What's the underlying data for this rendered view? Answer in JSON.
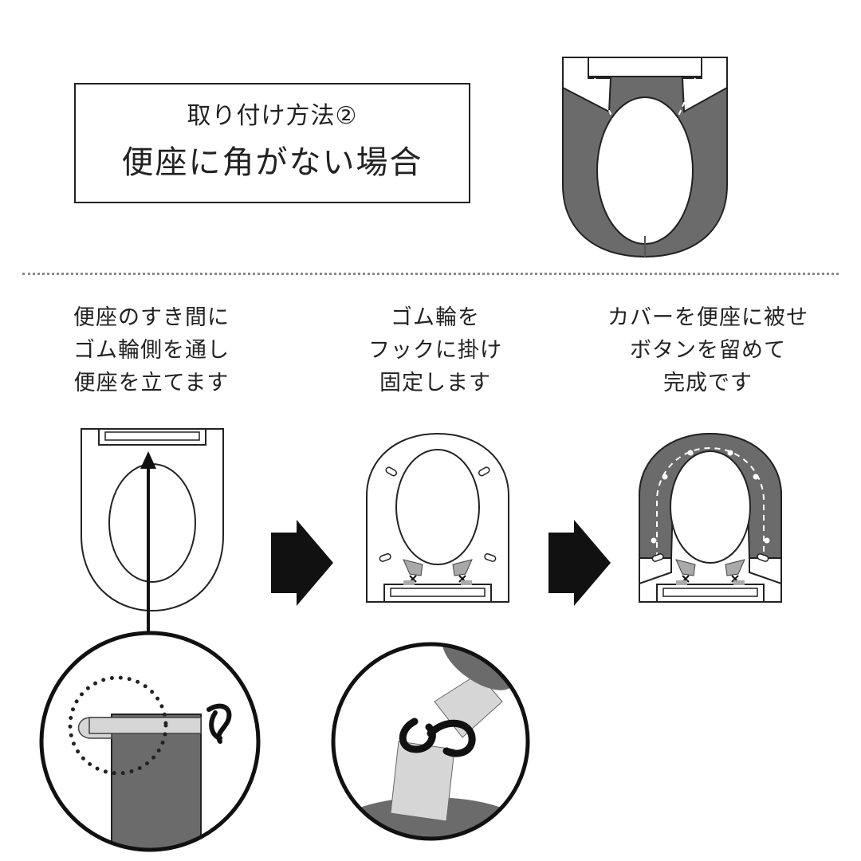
{
  "title": {
    "line1": "取り付け方法②",
    "line2": "便座に角がない場合"
  },
  "steps": [
    {
      "lines": [
        "便座のすき間に",
        "ゴム輪側を通し",
        "便座を立てます"
      ]
    },
    {
      "lines": [
        "ゴム輪を",
        "フックに掛け",
        "固定します"
      ]
    },
    {
      "lines": [
        "カバーを便座に被せ",
        "ボタンを留めて",
        "完成です"
      ]
    }
  ],
  "colors": {
    "cover_gray": "#6b6b6b",
    "light_gray": "#c9c9c9",
    "line": "#222222",
    "arrow": "#111111"
  }
}
